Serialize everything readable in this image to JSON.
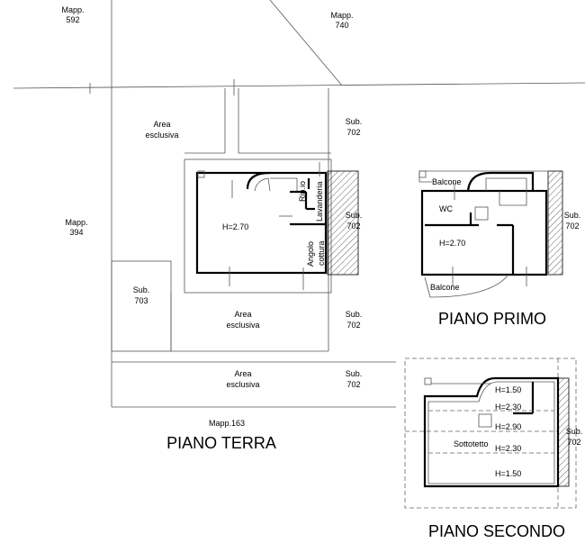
{
  "labels": {
    "mapp_592": [
      "Mapp.",
      "592"
    ],
    "mapp_740": [
      "Mapp.",
      "740"
    ],
    "mapp_394": [
      "Mapp.",
      "394"
    ],
    "mapp_163": "Mapp.163",
    "area_esclusiva": [
      "Area",
      "esclusiva"
    ],
    "sub_702": [
      "Sub.",
      "702"
    ],
    "sub_703": [
      "Sub.",
      "703"
    ],
    "ripostiglio": "Rip.io",
    "lavanderia": "Lavanderia",
    "angolo_cottura": [
      "Angolo",
      "cottura"
    ],
    "height_270": "H=2.70",
    "balcone": "Balcone",
    "wc": "WC",
    "sottotetto": "Sottotetto",
    "h150": "H=1.50",
    "h230": "H=2.30",
    "h290": "H=2.90"
  },
  "titles": {
    "piano_terra": "PIANO TERRA",
    "piano_primo": "PIANO PRIMO",
    "piano_secondo": "PIANO SECONDO"
  }
}
